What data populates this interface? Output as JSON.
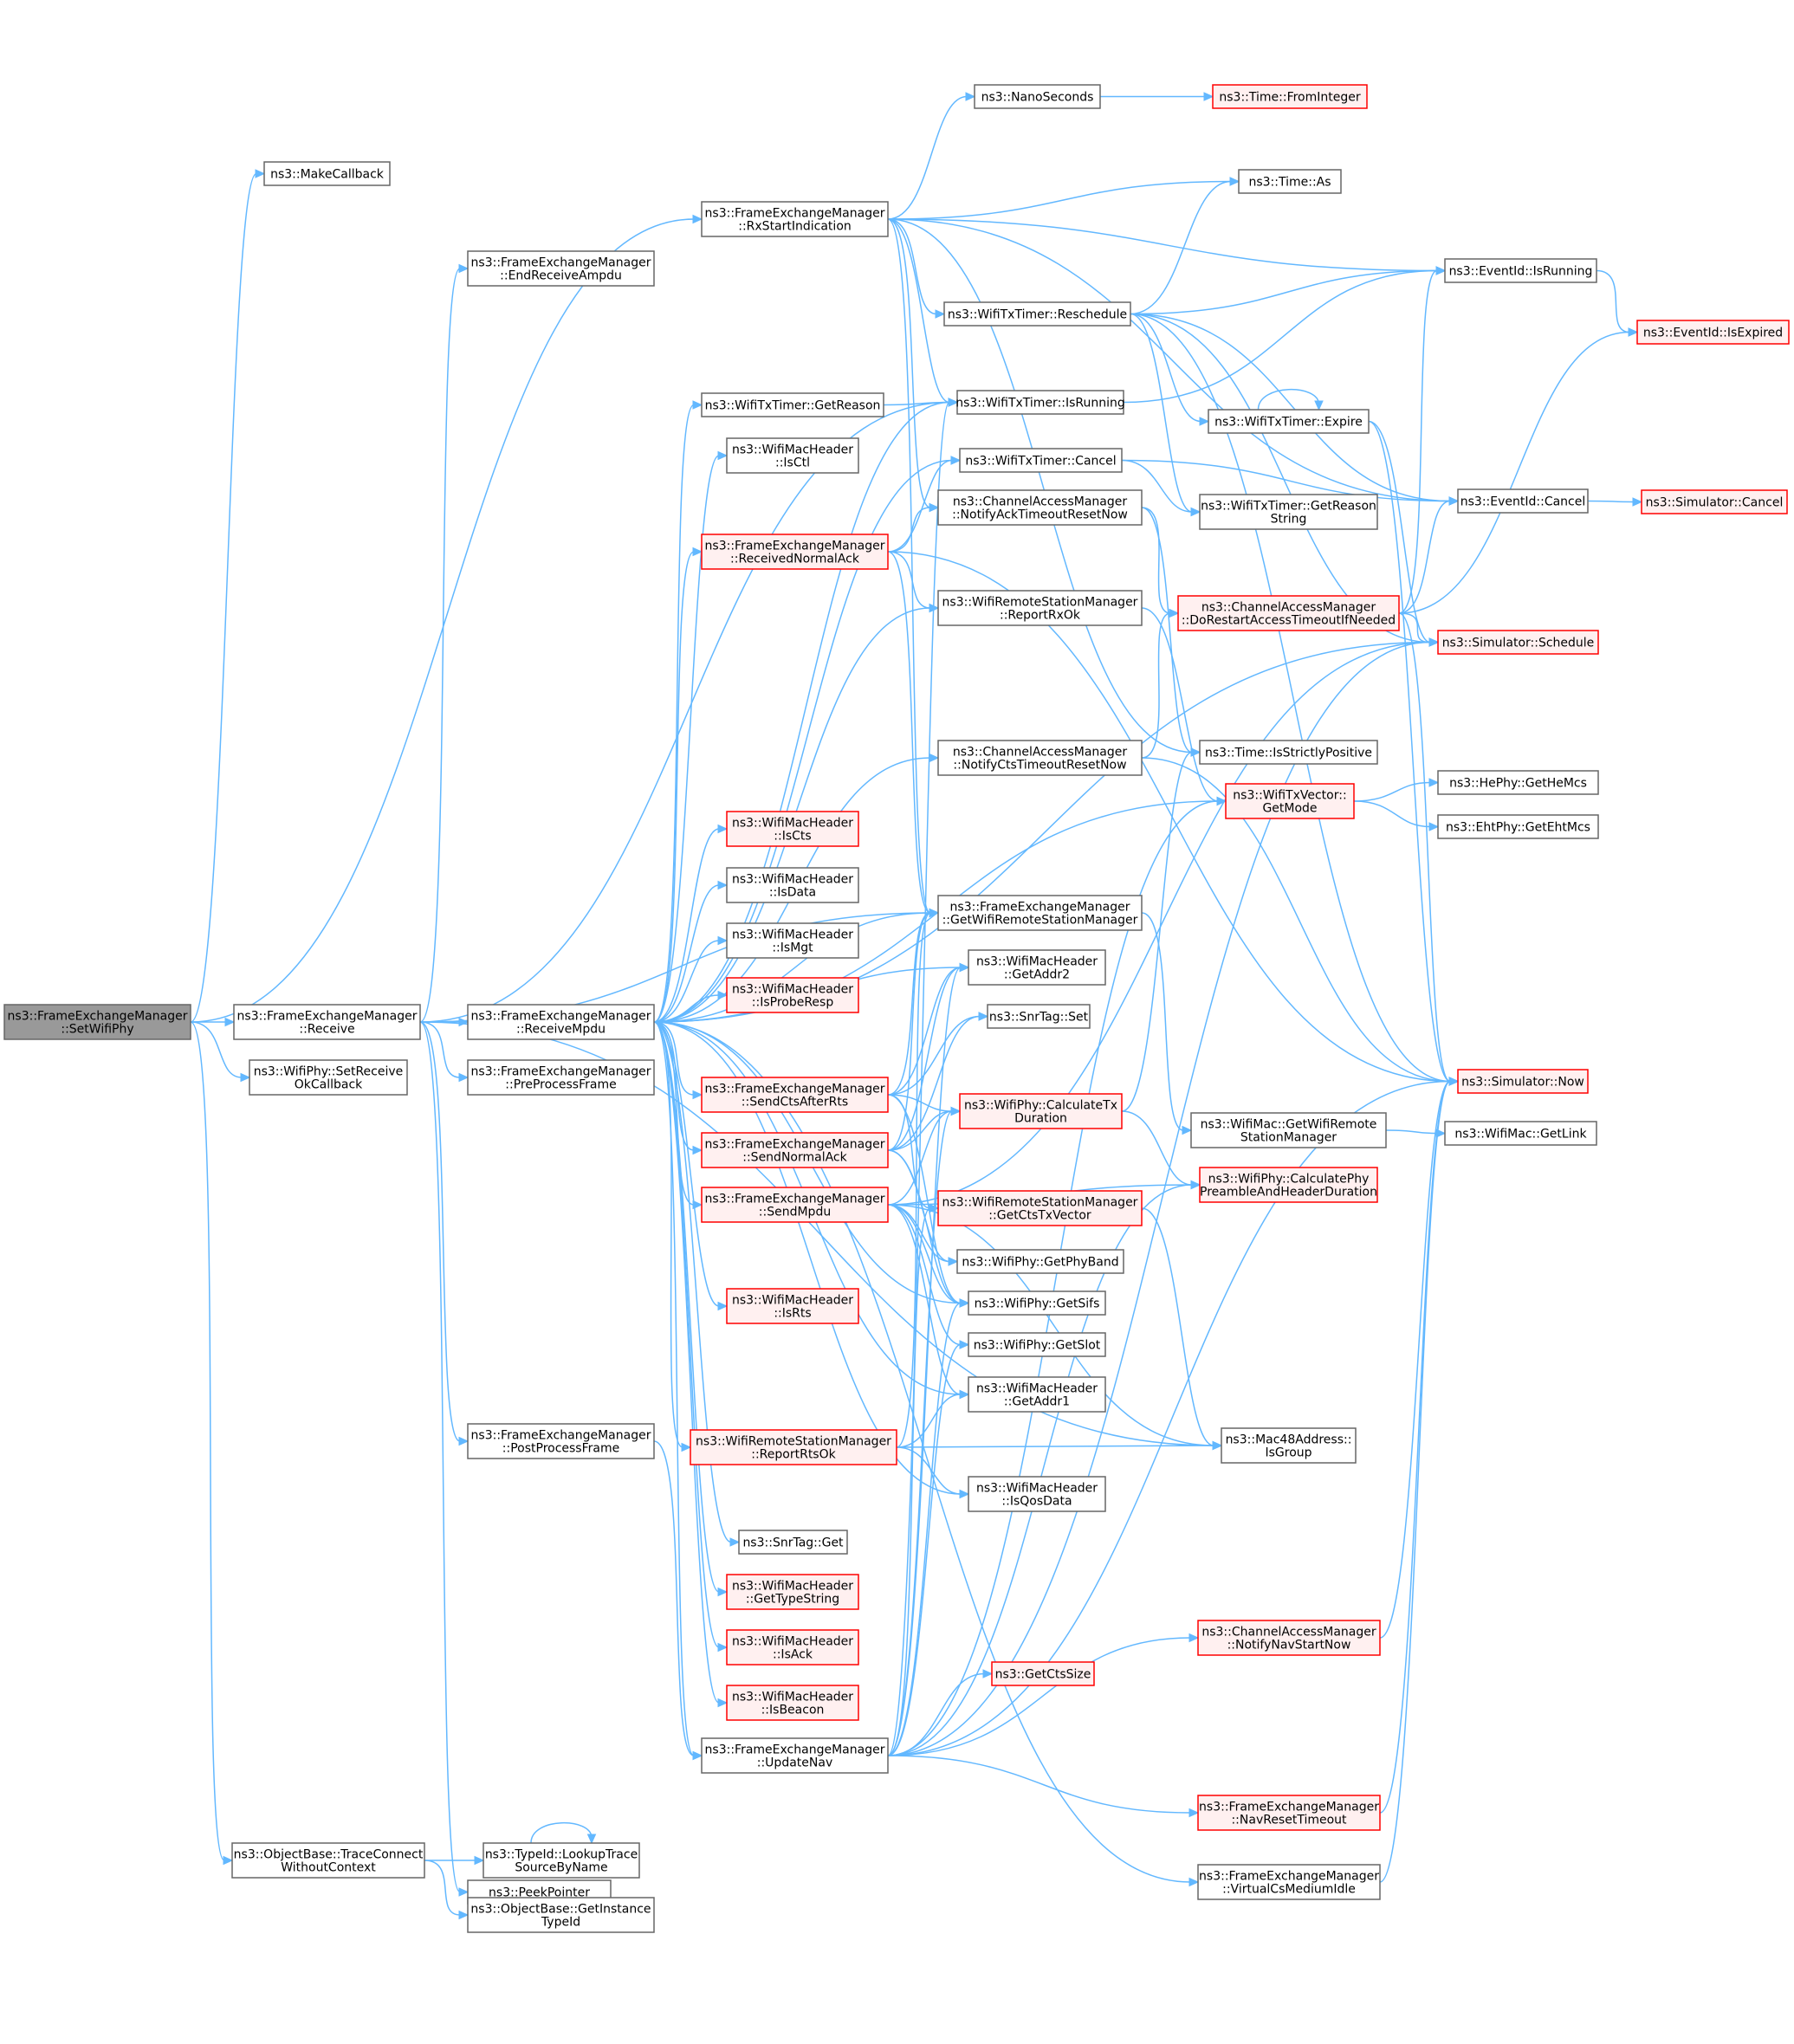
{
  "colors": {
    "edge": "#63b8ff",
    "node_border": "#666666",
    "red_border": "#ff0000",
    "red_fill": "#fff0f0",
    "root_fill": "#999999"
  },
  "nodes": [
    {
      "id": "n0",
      "lines": [
        "ns3::FrameExchangeManager",
        "::SetWifiPhy"
      ],
      "style": "root"
    },
    {
      "id": "n1",
      "lines": [
        "ns3::MakeCallback"
      ],
      "style": "normal"
    },
    {
      "id": "n2",
      "lines": [
        "ns3::FrameExchangeManager",
        "::RxStartIndication"
      ],
      "style": "normal"
    },
    {
      "id": "n3",
      "lines": [
        "ns3::FrameExchangeManager",
        "::EndReceiveAmpdu"
      ],
      "style": "normal"
    },
    {
      "id": "n4",
      "lines": [
        "ns3::FrameExchangeManager",
        "::Receive"
      ],
      "style": "normal"
    },
    {
      "id": "n5",
      "lines": [
        "ns3::WifiPhy::SetReceive",
        "OkCallback"
      ],
      "style": "normal"
    },
    {
      "id": "n6",
      "lines": [
        "ns3::ObjectBase::TraceConnect",
        "WithoutContext"
      ],
      "style": "normal"
    },
    {
      "id": "n7",
      "lines": [
        "ns3::FrameExchangeManager",
        "::ReceiveMpdu"
      ],
      "style": "normal"
    },
    {
      "id": "n8",
      "lines": [
        "ns3::FrameExchangeManager",
        "::PreProcessFrame"
      ],
      "style": "normal"
    },
    {
      "id": "n9",
      "lines": [
        "ns3::FrameExchangeManager",
        "::PostProcessFrame"
      ],
      "style": "normal"
    },
    {
      "id": "n10",
      "lines": [
        "ns3::PeekPointer"
      ],
      "style": "normal"
    },
    {
      "id": "n11",
      "lines": [
        "ns3::TypeId::LookupTrace",
        "SourceByName"
      ],
      "style": "normal"
    },
    {
      "id": "n12",
      "lines": [
        "ns3::ObjectBase::GetInstance",
        "TypeId"
      ],
      "style": "normal"
    },
    {
      "id": "n13",
      "lines": [
        "ns3::WifiTxTimer::GetReason"
      ],
      "style": "normal"
    },
    {
      "id": "n14",
      "lines": [
        "ns3::WifiMacHeader",
        "::IsCtl"
      ],
      "style": "normal"
    },
    {
      "id": "n15",
      "lines": [
        "ns3::FrameExchangeManager",
        "::ReceivedNormalAck"
      ],
      "style": "red"
    },
    {
      "id": "n16",
      "lines": [
        "ns3::WifiMacHeader",
        "::IsCts"
      ],
      "style": "red"
    },
    {
      "id": "n17",
      "lines": [
        "ns3::WifiMacHeader",
        "::IsData"
      ],
      "style": "normal"
    },
    {
      "id": "n18",
      "lines": [
        "ns3::WifiMacHeader",
        "::IsMgt"
      ],
      "style": "normal"
    },
    {
      "id": "n19",
      "lines": [
        "ns3::WifiMacHeader",
        "::IsProbeResp"
      ],
      "style": "red"
    },
    {
      "id": "n20",
      "lines": [
        "ns3::FrameExchangeManager",
        "::SendCtsAfterRts"
      ],
      "style": "red"
    },
    {
      "id": "n21",
      "lines": [
        "ns3::FrameExchangeManager",
        "::SendNormalAck"
      ],
      "style": "red"
    },
    {
      "id": "n22",
      "lines": [
        "ns3::FrameExchangeManager",
        "::SendMpdu"
      ],
      "style": "red"
    },
    {
      "id": "n23",
      "lines": [
        "ns3::WifiMacHeader",
        "::IsRts"
      ],
      "style": "red"
    },
    {
      "id": "n24",
      "lines": [
        "ns3::WifiRemoteStationManager",
        "::ReportRtsOk"
      ],
      "style": "red"
    },
    {
      "id": "n25",
      "lines": [
        "ns3::SnrTag::Get"
      ],
      "style": "normal"
    },
    {
      "id": "n26",
      "lines": [
        "ns3::WifiMacHeader",
        "::GetTypeString"
      ],
      "style": "red"
    },
    {
      "id": "n27",
      "lines": [
        "ns3::WifiMacHeader",
        "::IsAck"
      ],
      "style": "red"
    },
    {
      "id": "n28",
      "lines": [
        "ns3::WifiMacHeader",
        "::IsBeacon"
      ],
      "style": "red"
    },
    {
      "id": "n29",
      "lines": [
        "ns3::FrameExchangeManager",
        "::UpdateNav"
      ],
      "style": "normal"
    },
    {
      "id": "n30",
      "lines": [
        "ns3::NanoSeconds"
      ],
      "style": "normal"
    },
    {
      "id": "n31",
      "lines": [
        "ns3::WifiTxTimer::Reschedule"
      ],
      "style": "normal"
    },
    {
      "id": "n32",
      "lines": [
        "ns3::WifiTxTimer::IsRunning"
      ],
      "style": "normal"
    },
    {
      "id": "n33",
      "lines": [
        "ns3::WifiTxTimer::Cancel"
      ],
      "style": "normal"
    },
    {
      "id": "n34",
      "lines": [
        "ns3::ChannelAccessManager",
        "::NotifyAckTimeoutResetNow"
      ],
      "style": "normal"
    },
    {
      "id": "n35",
      "lines": [
        "ns3::WifiRemoteStationManager",
        "::ReportRxOk"
      ],
      "style": "normal"
    },
    {
      "id": "n36",
      "lines": [
        "ns3::ChannelAccessManager",
        "::NotifyCtsTimeoutResetNow"
      ],
      "style": "normal"
    },
    {
      "id": "n37",
      "lines": [
        "ns3::FrameExchangeManager",
        "::GetWifiRemoteStationManager"
      ],
      "style": "normal"
    },
    {
      "id": "n38",
      "lines": [
        "ns3::WifiMacHeader",
        "::GetAddr2"
      ],
      "style": "normal"
    },
    {
      "id": "n39",
      "lines": [
        "ns3::SnrTag::Set"
      ],
      "style": "normal"
    },
    {
      "id": "n40",
      "lines": [
        "ns3::WifiPhy::CalculateTx",
        "Duration"
      ],
      "style": "red"
    },
    {
      "id": "n41",
      "lines": [
        "ns3::WifiRemoteStationManager",
        "::GetCtsTxVector"
      ],
      "style": "red"
    },
    {
      "id": "n42",
      "lines": [
        "ns3::WifiPhy::GetPhyBand"
      ],
      "style": "normal"
    },
    {
      "id": "n43",
      "lines": [
        "ns3::WifiPhy::GetSifs"
      ],
      "style": "normal"
    },
    {
      "id": "n44",
      "lines": [
        "ns3::WifiPhy::GetSlot"
      ],
      "style": "normal"
    },
    {
      "id": "n45",
      "lines": [
        "ns3::WifiMacHeader",
        "::GetAddr1"
      ],
      "style": "normal"
    },
    {
      "id": "n46",
      "lines": [
        "ns3::WifiMacHeader",
        "::IsQosData"
      ],
      "style": "normal"
    },
    {
      "id": "n47",
      "lines": [
        "ns3::GetCtsSize"
      ],
      "style": "red"
    },
    {
      "id": "n48",
      "lines": [
        "ns3::Time::FromInteger"
      ],
      "style": "red"
    },
    {
      "id": "n49",
      "lines": [
        "ns3::Time::As"
      ],
      "style": "normal"
    },
    {
      "id": "n50",
      "lines": [
        "ns3::WifiTxTimer::Expire"
      ],
      "style": "normal"
    },
    {
      "id": "n51",
      "lines": [
        "ns3::WifiTxTimer::GetReason",
        "String"
      ],
      "style": "normal"
    },
    {
      "id": "n52",
      "lines": [
        "ns3::ChannelAccessManager",
        "::DoRestartAccessTimeoutIfNeeded"
      ],
      "style": "red"
    },
    {
      "id": "n53",
      "lines": [
        "ns3::Time::IsStrictlyPositive"
      ],
      "style": "normal"
    },
    {
      "id": "n54",
      "lines": [
        "ns3::WifiTxVector::",
        "GetMode"
      ],
      "style": "red"
    },
    {
      "id": "n55",
      "lines": [
        "ns3::WifiMac::GetWifiRemote",
        "StationManager"
      ],
      "style": "normal"
    },
    {
      "id": "n56",
      "lines": [
        "ns3::WifiPhy::CalculatePhy",
        "PreambleAndHeaderDuration"
      ],
      "style": "red"
    },
    {
      "id": "n57",
      "lines": [
        "ns3::Mac48Address::",
        "IsGroup"
      ],
      "style": "normal"
    },
    {
      "id": "n58",
      "lines": [
        "ns3::ChannelAccessManager",
        "::NotifyNavStartNow"
      ],
      "style": "red"
    },
    {
      "id": "n59",
      "lines": [
        "ns3::FrameExchangeManager",
        "::NavResetTimeout"
      ],
      "style": "red"
    },
    {
      "id": "n60",
      "lines": [
        "ns3::FrameExchangeManager",
        "::VirtualCsMediumIdle"
      ],
      "style": "normal"
    },
    {
      "id": "n61",
      "lines": [
        "ns3::EventId::IsRunning"
      ],
      "style": "normal"
    },
    {
      "id": "n62",
      "lines": [
        "ns3::EventId::Cancel"
      ],
      "style": "normal"
    },
    {
      "id": "n63",
      "lines": [
        "ns3::Simulator::Schedule"
      ],
      "style": "red"
    },
    {
      "id": "n64",
      "lines": [
        "ns3::HePhy::GetHeMcs"
      ],
      "style": "normal"
    },
    {
      "id": "n65",
      "lines": [
        "ns3::EhtPhy::GetEhtMcs"
      ],
      "style": "normal"
    },
    {
      "id": "n66",
      "lines": [
        "ns3::Simulator::Now"
      ],
      "style": "red"
    },
    {
      "id": "n67",
      "lines": [
        "ns3::WifiMac::GetLink"
      ],
      "style": "normal"
    },
    {
      "id": "n68",
      "lines": [
        "ns3::EventId::IsExpired"
      ],
      "style": "red"
    },
    {
      "id": "n69",
      "lines": [
        "ns3::Simulator::Cancel"
      ],
      "style": "red"
    }
  ],
  "edges": [
    [
      "n0",
      "n1"
    ],
    [
      "n0",
      "n2"
    ],
    [
      "n0",
      "n4"
    ],
    [
      "n0",
      "n5"
    ],
    [
      "n0",
      "n6"
    ],
    [
      "n2",
      "n30"
    ],
    [
      "n2",
      "n61"
    ],
    [
      "n2",
      "n62"
    ],
    [
      "n2",
      "n49"
    ],
    [
      "n2",
      "n31"
    ],
    [
      "n2",
      "n32"
    ],
    [
      "n2",
      "n34"
    ],
    [
      "n2",
      "n37"
    ],
    [
      "n2",
      "n53"
    ],
    [
      "n4",
      "n3"
    ],
    [
      "n4",
      "n7"
    ],
    [
      "n4",
      "n8"
    ],
    [
      "n4",
      "n9"
    ],
    [
      "n4",
      "n10"
    ],
    [
      "n4",
      "n32"
    ],
    [
      "n4",
      "n37"
    ],
    [
      "n4",
      "n57"
    ],
    [
      "n6",
      "n11"
    ],
    [
      "n6",
      "n12"
    ],
    [
      "n11",
      "n11"
    ],
    [
      "n7",
      "n13"
    ],
    [
      "n7",
      "n14"
    ],
    [
      "n7",
      "n15"
    ],
    [
      "n7",
      "n16"
    ],
    [
      "n7",
      "n17"
    ],
    [
      "n7",
      "n18"
    ],
    [
      "n7",
      "n19"
    ],
    [
      "n7",
      "n20"
    ],
    [
      "n7",
      "n21"
    ],
    [
      "n7",
      "n22"
    ],
    [
      "n7",
      "n23"
    ],
    [
      "n7",
      "n24"
    ],
    [
      "n7",
      "n25"
    ],
    [
      "n7",
      "n26"
    ],
    [
      "n7",
      "n27"
    ],
    [
      "n7",
      "n28"
    ],
    [
      "n7",
      "n29"
    ],
    [
      "n7",
      "n32"
    ],
    [
      "n7",
      "n33"
    ],
    [
      "n7",
      "n35"
    ],
    [
      "n7",
      "n36"
    ],
    [
      "n7",
      "n37"
    ],
    [
      "n7",
      "n38"
    ],
    [
      "n7",
      "n43"
    ],
    [
      "n7",
      "n45"
    ],
    [
      "n7",
      "n46"
    ],
    [
      "n7",
      "n54"
    ],
    [
      "n7",
      "n60"
    ],
    [
      "n7",
      "n63"
    ],
    [
      "n9",
      "n29"
    ],
    [
      "n13",
      "n32"
    ],
    [
      "n15",
      "n33"
    ],
    [
      "n15",
      "n34"
    ],
    [
      "n15",
      "n35"
    ],
    [
      "n15",
      "n37"
    ],
    [
      "n15",
      "n66"
    ],
    [
      "n20",
      "n37"
    ],
    [
      "n20",
      "n38"
    ],
    [
      "n20",
      "n39"
    ],
    [
      "n20",
      "n40"
    ],
    [
      "n20",
      "n41"
    ],
    [
      "n20",
      "n43"
    ],
    [
      "n21",
      "n37"
    ],
    [
      "n21",
      "n38"
    ],
    [
      "n21",
      "n39"
    ],
    [
      "n21",
      "n40"
    ],
    [
      "n21",
      "n42"
    ],
    [
      "n21",
      "n43"
    ],
    [
      "n22",
      "n40"
    ],
    [
      "n22",
      "n42"
    ],
    [
      "n22",
      "n43"
    ],
    [
      "n22",
      "n44"
    ],
    [
      "n22",
      "n45"
    ],
    [
      "n22",
      "n56"
    ],
    [
      "n22",
      "n57"
    ],
    [
      "n22",
      "n63"
    ],
    [
      "n24",
      "n37"
    ],
    [
      "n24",
      "n45"
    ],
    [
      "n24",
      "n46"
    ],
    [
      "n24",
      "n57"
    ],
    [
      "n29",
      "n32"
    ],
    [
      "n29",
      "n38"
    ],
    [
      "n29",
      "n40"
    ],
    [
      "n29",
      "n41"
    ],
    [
      "n29",
      "n43"
    ],
    [
      "n29",
      "n44"
    ],
    [
      "n29",
      "n47"
    ],
    [
      "n29",
      "n54"
    ],
    [
      "n29",
      "n56"
    ],
    [
      "n29",
      "n58"
    ],
    [
      "n29",
      "n59"
    ],
    [
      "n29",
      "n63"
    ],
    [
      "n29",
      "n66"
    ],
    [
      "n30",
      "n48"
    ],
    [
      "n31",
      "n49"
    ],
    [
      "n31",
      "n50"
    ],
    [
      "n31",
      "n51"
    ],
    [
      "n31",
      "n61"
    ],
    [
      "n31",
      "n62"
    ],
    [
      "n31",
      "n63"
    ],
    [
      "n31",
      "n66"
    ],
    [
      "n32",
      "n61"
    ],
    [
      "n33",
      "n51"
    ],
    [
      "n33",
      "n62"
    ],
    [
      "n34",
      "n52"
    ],
    [
      "n34",
      "n53"
    ],
    [
      "n35",
      "n54"
    ],
    [
      "n36",
      "n52"
    ],
    [
      "n36",
      "n66"
    ],
    [
      "n37",
      "n55"
    ],
    [
      "n40",
      "n56"
    ],
    [
      "n40",
      "n53"
    ],
    [
      "n41",
      "n57"
    ],
    [
      "n50",
      "n50"
    ],
    [
      "n50",
      "n63"
    ],
    [
      "n50",
      "n66"
    ],
    [
      "n52",
      "n61"
    ],
    [
      "n52",
      "n62"
    ],
    [
      "n52",
      "n63"
    ],
    [
      "n52",
      "n66"
    ],
    [
      "n52",
      "n68"
    ],
    [
      "n54",
      "n64"
    ],
    [
      "n54",
      "n65"
    ],
    [
      "n55",
      "n67"
    ],
    [
      "n58",
      "n66"
    ],
    [
      "n59",
      "n66"
    ],
    [
      "n60",
      "n66"
    ],
    [
      "n61",
      "n68"
    ],
    [
      "n62",
      "n69"
    ]
  ]
}
